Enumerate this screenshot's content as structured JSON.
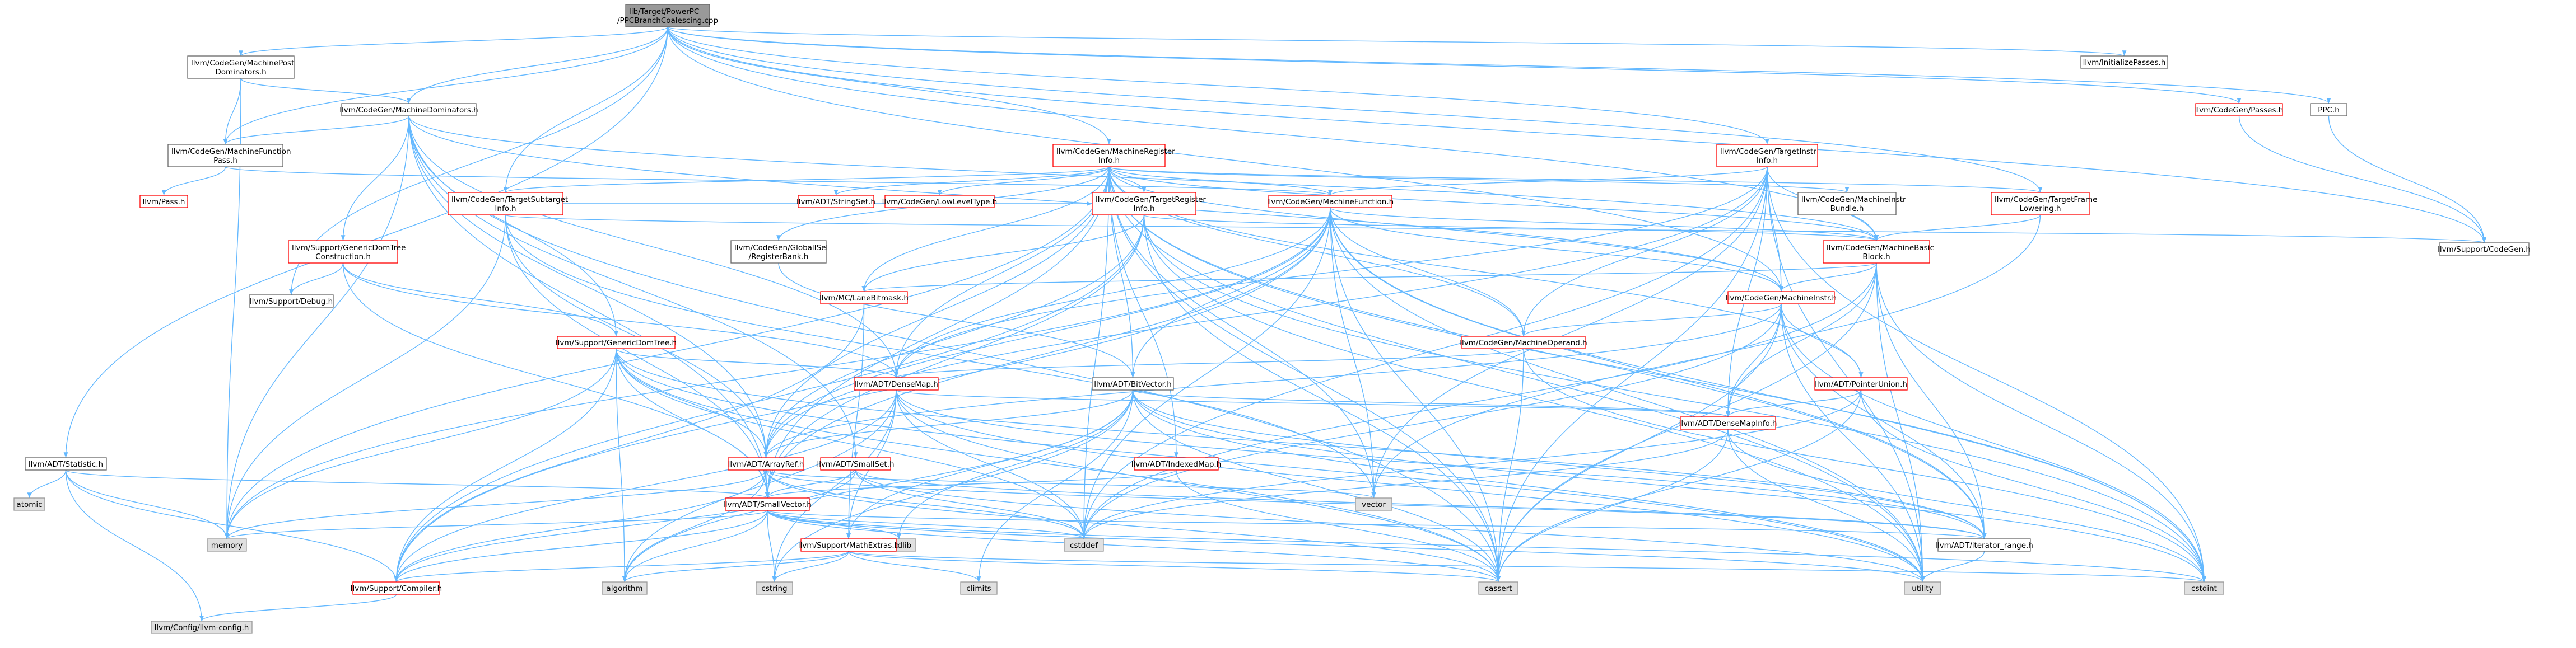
{
  "colors": {
    "edge": "#63b8ff",
    "normal_border": "#666666",
    "normal_fill": "#ffffff",
    "red_border": "#ff0000",
    "gray_fill": "#e0e0e0",
    "root_fill": "#999999",
    "root_border": "#666666"
  },
  "nodes": [
    {
      "id": "root",
      "label": "lib/Target/PowerPC\n/PPCBranchCoalescing.cpp",
      "style": "root"
    },
    {
      "id": "initpasses",
      "label": "llvm/InitializePasses.h",
      "style": "normal"
    },
    {
      "id": "passes",
      "label": "llvm/CodeGen/Passes.h",
      "style": "red"
    },
    {
      "id": "ppc",
      "label": "PPC.h",
      "style": "normal"
    },
    {
      "id": "cgen",
      "label": "llvm/Support/CodeGen.h",
      "style": "normal"
    },
    {
      "id": "mpostdom",
      "label": "llvm/CodeGen/MachinePost\nDominators.h",
      "style": "normal"
    },
    {
      "id": "mdom",
      "label": "llvm/CodeGen/MachineDominators.h",
      "style": "normal"
    },
    {
      "id": "mfpass",
      "label": "llvm/CodeGen/MachineFunction\nPass.h",
      "style": "normal"
    },
    {
      "id": "pass",
      "label": "llvm/Pass.h",
      "style": "red"
    },
    {
      "id": "mreginfo",
      "label": "llvm/CodeGen/MachineRegister\nInfo.h",
      "style": "red"
    },
    {
      "id": "tii",
      "label": "llvm/CodeGen/TargetInstr\nInfo.h",
      "style": "red"
    },
    {
      "id": "tsubtarget",
      "label": "llvm/CodeGen/TargetSubtarget\nInfo.h",
      "style": "red"
    },
    {
      "id": "strset",
      "label": "llvm/ADT/StringSet.h",
      "style": "red"
    },
    {
      "id": "lowlevel",
      "label": "llvm/CodeGen/LowLevelType.h",
      "style": "red"
    },
    {
      "id": "treg",
      "label": "llvm/CodeGen/TargetRegister\nInfo.h",
      "style": "red"
    },
    {
      "id": "mfunc",
      "label": "llvm/CodeGen/MachineFunction.h",
      "style": "red"
    },
    {
      "id": "mibundle",
      "label": "llvm/CodeGen/MachineInstr\nBundle.h",
      "style": "normal"
    },
    {
      "id": "tframe",
      "label": "llvm/CodeGen/TargetFrame\nLowering.h",
      "style": "red"
    },
    {
      "id": "gisel",
      "label": "llvm/CodeGen/GlobalISel\n/RegisterBank.h",
      "style": "normal"
    },
    {
      "id": "mbb",
      "label": "llvm/CodeGen/MachineBasic\nBlock.h",
      "style": "red"
    },
    {
      "id": "lanemask",
      "label": "llvm/MC/LaneBitmask.h",
      "style": "red"
    },
    {
      "id": "minstr",
      "label": "llvm/CodeGen/MachineInstr.h",
      "style": "red"
    },
    {
      "id": "gdtc",
      "label": "llvm/Support/GenericDomTree\nConstruction.h",
      "style": "red"
    },
    {
      "id": "debug",
      "label": "llvm/Support/Debug.h",
      "style": "normal"
    },
    {
      "id": "gdt",
      "label": "llvm/Support/GenericDomTree.h",
      "style": "red"
    },
    {
      "id": "moperand",
      "label": "llvm/CodeGen/MachineOperand.h",
      "style": "red"
    },
    {
      "id": "densemap",
      "label": "llvm/ADT/DenseMap.h",
      "style": "red"
    },
    {
      "id": "bitvector",
      "label": "llvm/ADT/BitVector.h",
      "style": "normal"
    },
    {
      "id": "ptrunion",
      "label": "llvm/ADT/PointerUnion.h",
      "style": "red"
    },
    {
      "id": "densemapinfo",
      "label": "llvm/ADT/DenseMapInfo.h",
      "style": "red"
    },
    {
      "id": "statistic",
      "label": "llvm/ADT/Statistic.h",
      "style": "normal"
    },
    {
      "id": "arrayref",
      "label": "llvm/ADT/ArrayRef.h",
      "style": "red"
    },
    {
      "id": "smallset",
      "label": "llvm/ADT/SmallSet.h",
      "style": "red"
    },
    {
      "id": "indexedmap",
      "label": "llvm/ADT/IndexedMap.h",
      "style": "red"
    },
    {
      "id": "vector",
      "label": "vector",
      "style": "gray"
    },
    {
      "id": "atomic",
      "label": "atomic",
      "style": "gray"
    },
    {
      "id": "memory",
      "label": "memory",
      "style": "gray"
    },
    {
      "id": "smallvector",
      "label": "llvm/ADT/SmallVector.h",
      "style": "red"
    },
    {
      "id": "cstdlib",
      "label": "cstdlib",
      "style": "gray"
    },
    {
      "id": "cstddef",
      "label": "cstddef",
      "style": "gray"
    },
    {
      "id": "iterrange",
      "label": "llvm/ADT/iterator_range.h",
      "style": "normal"
    },
    {
      "id": "mathextras",
      "label": "llvm/Support/MathExtras.h",
      "style": "red"
    },
    {
      "id": "compiler",
      "label": "llvm/Support/Compiler.h",
      "style": "red"
    },
    {
      "id": "algorithm",
      "label": "algorithm",
      "style": "gray"
    },
    {
      "id": "cstring",
      "label": "cstring",
      "style": "gray"
    },
    {
      "id": "climits",
      "label": "climits",
      "style": "gray"
    },
    {
      "id": "cassert",
      "label": "cassert",
      "style": "gray"
    },
    {
      "id": "utility",
      "label": "utility",
      "style": "gray"
    },
    {
      "id": "cstdint",
      "label": "cstdint",
      "style": "gray"
    },
    {
      "id": "llvmconfig",
      "label": "llvm/Config/llvm-config.h",
      "style": "gray"
    }
  ],
  "edges": [
    [
      "root",
      "initpasses"
    ],
    [
      "root",
      "passes"
    ],
    [
      "root",
      "ppc"
    ],
    [
      "root",
      "mpostdom"
    ],
    [
      "root",
      "mdom"
    ],
    [
      "root",
      "mfpass"
    ],
    [
      "root",
      "mreginfo"
    ],
    [
      "root",
      "tii"
    ],
    [
      "root",
      "tsubtarget"
    ],
    [
      "root",
      "debug"
    ],
    [
      "root",
      "statistic"
    ],
    [
      "root",
      "cgen"
    ],
    [
      "root",
      "mbb"
    ],
    [
      "root",
      "minstr"
    ],
    [
      "root",
      "tframe"
    ],
    [
      "ppc",
      "cgen"
    ],
    [
      "passes",
      "cgen"
    ],
    [
      "mpostdom",
      "mdom"
    ],
    [
      "mpostdom",
      "mfpass"
    ],
    [
      "mpostdom",
      "memory"
    ],
    [
      "mdom",
      "mfpass"
    ],
    [
      "mdom",
      "gdt"
    ],
    [
      "mdom",
      "gdtc"
    ],
    [
      "mdom",
      "densemap"
    ],
    [
      "mdom",
      "smallset"
    ],
    [
      "mdom",
      "smallvector"
    ],
    [
      "mdom",
      "mbb"
    ],
    [
      "mdom",
      "minstr"
    ],
    [
      "mdom",
      "memory"
    ],
    [
      "mdom",
      "cassert"
    ],
    [
      "mdom",
      "arrayref"
    ],
    [
      "mfpass",
      "pass"
    ],
    [
      "mfpass",
      "mfunc"
    ],
    [
      "mreginfo",
      "tsubtarget"
    ],
    [
      "mreginfo",
      "strset"
    ],
    [
      "mreginfo",
      "lowlevel"
    ],
    [
      "mreginfo",
      "treg"
    ],
    [
      "mreginfo",
      "mfunc"
    ],
    [
      "mreginfo",
      "mibundle"
    ],
    [
      "mreginfo",
      "tframe"
    ],
    [
      "mreginfo",
      "gisel"
    ],
    [
      "mreginfo",
      "mbb"
    ],
    [
      "mreginfo",
      "lanemask"
    ],
    [
      "mreginfo",
      "minstr"
    ],
    [
      "mreginfo",
      "moperand"
    ],
    [
      "mreginfo",
      "densemap"
    ],
    [
      "mreginfo",
      "bitvector"
    ],
    [
      "mreginfo",
      "ptrunion"
    ],
    [
      "mreginfo",
      "arrayref"
    ],
    [
      "mreginfo",
      "indexedmap"
    ],
    [
      "mreginfo",
      "smallvector"
    ],
    [
      "mreginfo",
      "iterrange"
    ],
    [
      "mreginfo",
      "vector"
    ],
    [
      "mreginfo",
      "memory"
    ],
    [
      "mreginfo",
      "cassert"
    ],
    [
      "mreginfo",
      "cstddef"
    ],
    [
      "mreginfo",
      "cstdint"
    ],
    [
      "mreginfo",
      "utility"
    ],
    [
      "tii",
      "mbb"
    ],
    [
      "tii",
      "minstr"
    ],
    [
      "tii",
      "moperand"
    ],
    [
      "tii",
      "mfunc"
    ],
    [
      "tii",
      "densemap"
    ],
    [
      "tii",
      "densemapinfo"
    ],
    [
      "tii",
      "arrayref"
    ],
    [
      "tii",
      "cassert"
    ],
    [
      "tii",
      "cstdint"
    ],
    [
      "tii",
      "utility"
    ],
    [
      "tii",
      "vector"
    ],
    [
      "tii",
      "cstddef"
    ],
    [
      "tsubtarget",
      "treg"
    ],
    [
      "tsubtarget",
      "arrayref"
    ],
    [
      "tsubtarget",
      "smallvector"
    ],
    [
      "tsubtarget",
      "memory"
    ],
    [
      "tsubtarget",
      "vector"
    ],
    [
      "tsubtarget",
      "cgen"
    ],
    [
      "treg",
      "lanemask"
    ],
    [
      "treg",
      "arrayref"
    ],
    [
      "treg",
      "smallvector"
    ],
    [
      "treg",
      "mbb"
    ],
    [
      "treg",
      "cassert"
    ],
    [
      "treg",
      "cstdint"
    ],
    [
      "treg",
      "utility"
    ],
    [
      "treg",
      "compiler"
    ],
    [
      "mfunc",
      "mbb"
    ],
    [
      "mfunc",
      "minstr"
    ],
    [
      "mfunc",
      "moperand"
    ],
    [
      "mfunc",
      "densemap"
    ],
    [
      "mfunc",
      "bitvector"
    ],
    [
      "mfunc",
      "arrayref"
    ],
    [
      "mfunc",
      "smallvector"
    ],
    [
      "mfunc",
      "iterrange"
    ],
    [
      "mfunc",
      "cassert"
    ],
    [
      "mfunc",
      "cstdint"
    ],
    [
      "mfunc",
      "memory"
    ],
    [
      "mfunc",
      "utility"
    ],
    [
      "mfunc",
      "vector"
    ],
    [
      "mfunc",
      "compiler"
    ],
    [
      "mfunc",
      "cstddef"
    ],
    [
      "tframe",
      "mbb"
    ],
    [
      "tframe",
      "vector"
    ],
    [
      "mbb",
      "minstr"
    ],
    [
      "mbb",
      "lanemask"
    ],
    [
      "mbb",
      "densemapinfo"
    ],
    [
      "mbb",
      "iterrange"
    ],
    [
      "mbb",
      "cassert"
    ],
    [
      "mbb",
      "cstdint"
    ],
    [
      "mbb",
      "cstddef"
    ],
    [
      "mbb",
      "utility"
    ],
    [
      "minstr",
      "moperand"
    ],
    [
      "minstr",
      "densemapinfo"
    ],
    [
      "minstr",
      "ptrunion"
    ],
    [
      "minstr",
      "arrayref"
    ],
    [
      "minstr",
      "iterrange"
    ],
    [
      "minstr",
      "cassert"
    ],
    [
      "minstr",
      "cstdint"
    ],
    [
      "minstr",
      "utility"
    ],
    [
      "minstr",
      "cstddef"
    ],
    [
      "moperand",
      "densemap"
    ],
    [
      "moperand",
      "cassert"
    ],
    [
      "moperand",
      "cstdint"
    ],
    [
      "gdtc",
      "gdt"
    ],
    [
      "gdtc",
      "debug"
    ],
    [
      "gdtc",
      "densemap"
    ],
    [
      "gdtc",
      "smallvector"
    ],
    [
      "gdt",
      "densemap"
    ],
    [
      "gdt",
      "smallvector"
    ],
    [
      "gdt",
      "arrayref"
    ],
    [
      "gdt",
      "iterrange"
    ],
    [
      "gdt",
      "memory"
    ],
    [
      "gdt",
      "cassert"
    ],
    [
      "gdt",
      "algorithm"
    ],
    [
      "gdt",
      "utility"
    ],
    [
      "gdt",
      "compiler"
    ],
    [
      "gdt",
      "cstddef"
    ],
    [
      "densemap",
      "densemapinfo"
    ],
    [
      "densemap",
      "mathextras"
    ],
    [
      "densemap",
      "compiler"
    ],
    [
      "densemap",
      "algorithm"
    ],
    [
      "densemap",
      "cassert"
    ],
    [
      "densemap",
      "cstddef"
    ],
    [
      "densemap",
      "cstring"
    ],
    [
      "densemap",
      "utility"
    ],
    [
      "densemap",
      "iterrange"
    ],
    [
      "bitvector",
      "mathextras"
    ],
    [
      "bitvector",
      "iterrange"
    ],
    [
      "bitvector",
      "algorithm"
    ],
    [
      "bitvector",
      "cassert"
    ],
    [
      "bitvector",
      "climits"
    ],
    [
      "bitvector",
      "cstdint"
    ],
    [
      "bitvector",
      "cstdlib"
    ],
    [
      "bitvector",
      "cstring"
    ],
    [
      "bitvector",
      "utility"
    ],
    [
      "bitvector",
      "arrayref"
    ],
    [
      "bitvector",
      "densemapinfo"
    ],
    [
      "ptrunion",
      "densemapinfo"
    ],
    [
      "ptrunion",
      "cassert"
    ],
    [
      "ptrunion",
      "cstddef"
    ],
    [
      "ptrunion",
      "cstdint"
    ],
    [
      "densemapinfo",
      "cassert"
    ],
    [
      "densemapinfo",
      "cstddef"
    ],
    [
      "densemapinfo",
      "cstdint"
    ],
    [
      "densemapinfo",
      "utility"
    ],
    [
      "statistic",
      "compiler"
    ],
    [
      "statistic",
      "atomic"
    ],
    [
      "statistic",
      "memory"
    ],
    [
      "statistic",
      "llvmconfig"
    ],
    [
      "statistic",
      "smallvector"
    ],
    [
      "arrayref",
      "smallvector"
    ],
    [
      "arrayref",
      "compiler"
    ],
    [
      "arrayref",
      "algorithm"
    ],
    [
      "arrayref",
      "cassert"
    ],
    [
      "arrayref",
      "cstddef"
    ],
    [
      "arrayref",
      "iterrange"
    ],
    [
      "arrayref",
      "memory"
    ],
    [
      "arrayref",
      "vector"
    ],
    [
      "smallset",
      "smallvector"
    ],
    [
      "smallset",
      "iterrange"
    ],
    [
      "smallset",
      "compiler"
    ],
    [
      "smallset",
      "cstddef"
    ],
    [
      "smallset",
      "utility"
    ],
    [
      "indexedmap",
      "smallvector"
    ],
    [
      "indexedmap",
      "cassert"
    ],
    [
      "smallvector",
      "compiler"
    ],
    [
      "smallvector",
      "algorithm"
    ],
    [
      "smallvector",
      "cassert"
    ],
    [
      "smallvector",
      "cstddef"
    ],
    [
      "smallvector",
      "cstdlib"
    ],
    [
      "smallvector",
      "cstring"
    ],
    [
      "smallvector",
      "memory"
    ],
    [
      "smallvector",
      "utility"
    ],
    [
      "smallvector",
      "iterrange"
    ],
    [
      "smallvector",
      "cstdint"
    ],
    [
      "iterrange",
      "utility"
    ],
    [
      "mathextras",
      "compiler"
    ],
    [
      "mathextras",
      "cassert"
    ],
    [
      "mathextras",
      "climits"
    ],
    [
      "mathextras",
      "cstdint"
    ],
    [
      "mathextras",
      "cstring"
    ],
    [
      "mathextras",
      "algorithm"
    ],
    [
      "compiler",
      "llvmconfig"
    ],
    [
      "lanemask",
      "compiler"
    ],
    [
      "lanemask",
      "mathextras"
    ],
    [
      "gisel",
      "bitvector"
    ]
  ]
}
